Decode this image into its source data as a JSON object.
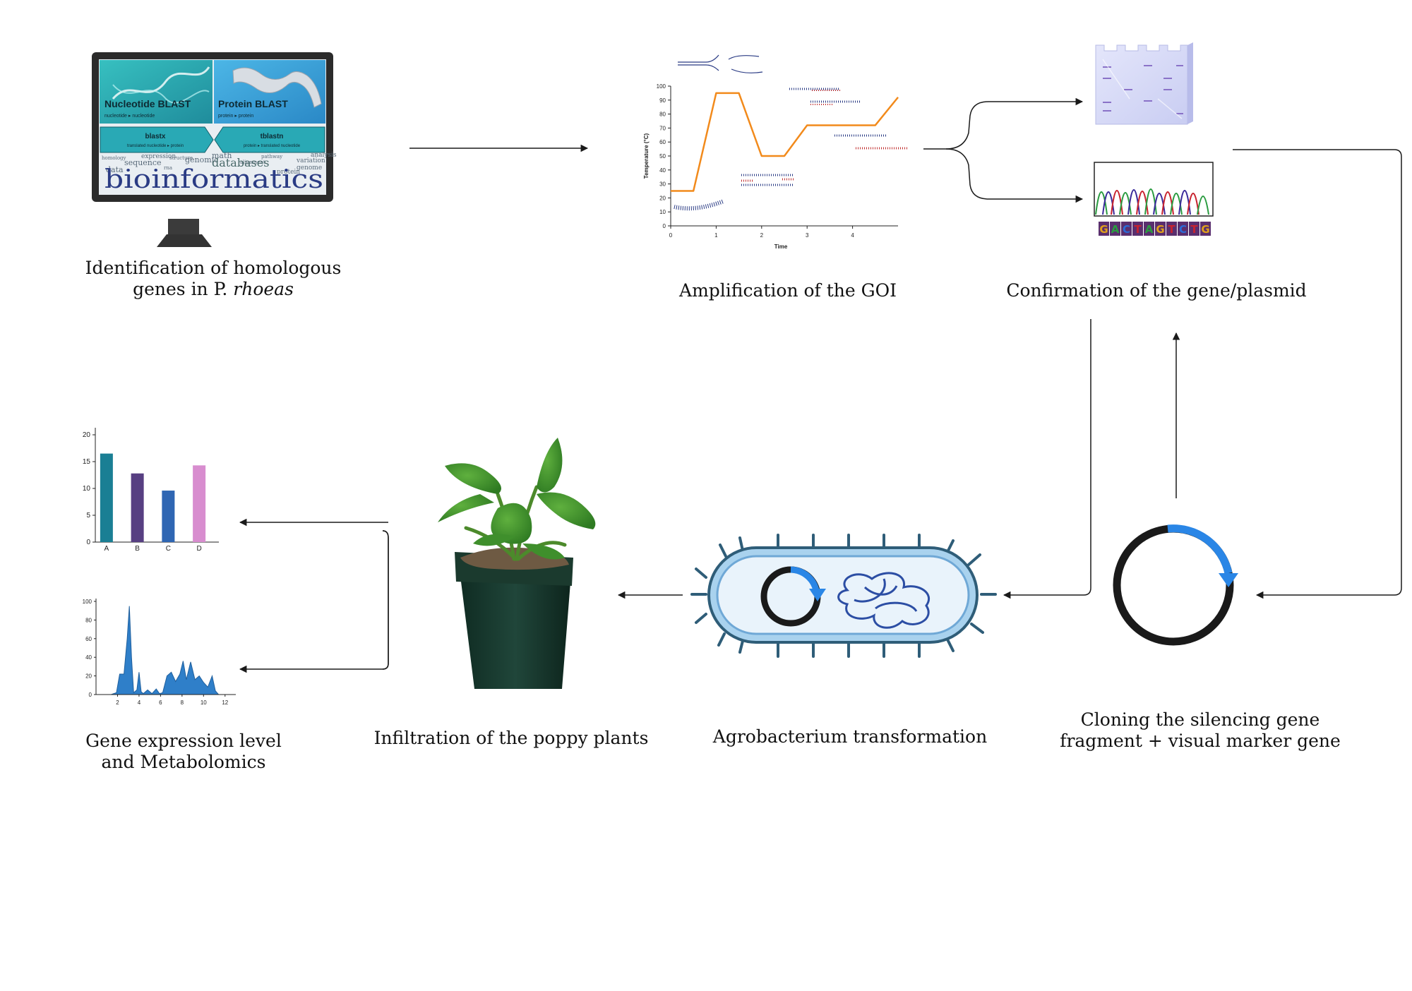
{
  "steps": {
    "bioinformatics": {
      "caption_line1": "Identification of homologous",
      "caption_line2_pre": "genes in P. ",
      "caption_line2_italic": "rhoeas",
      "monitor": {
        "tile1_title": "Nucleotide BLAST",
        "tile1_sub": "nucleotide ▸ nucleotide",
        "tile2_title": "Protein BLAST",
        "tile2_sub": "protein ▸ protein",
        "tile3_title": "blastx",
        "tile3_sub": "translated nucleotide ▸ protein",
        "tile4_title": "tblastn",
        "tile4_sub": "protein ▸ translated nucleotide",
        "wordcloud_big": "bioinformatics",
        "wordcloud_mid": "databases",
        "wordcloud_words": [
          "homology",
          "expression",
          "genomic",
          "pathway",
          "variation",
          "data",
          "rna",
          "protein",
          "sequence",
          "alignment",
          "analysis",
          "math",
          "structure",
          "genome"
        ]
      }
    },
    "pcr": {
      "caption": "Amplification of the GOI",
      "chart": {
        "y_axis_label": "Temperature (°C)",
        "x_axis_label": "Time",
        "y_ticks": [
          "0",
          "10",
          "20",
          "30",
          "40",
          "50",
          "60",
          "70",
          "80",
          "90",
          "100"
        ],
        "x_ticks": [
          "0",
          "1",
          "2",
          "3",
          "4"
        ]
      }
    },
    "confirmation": {
      "caption": "Confirmation of the gene/plasmid",
      "sequence_letters": [
        "G",
        "A",
        "C",
        "T",
        "A",
        "G",
        "T",
        "C",
        "T",
        "G"
      ]
    },
    "cloning": {
      "caption_line1": "Cloning the silencing gene",
      "caption_line2": "fragment + visual marker gene"
    },
    "agro": {
      "caption": "Agrobacterium transformation"
    },
    "infiltration": {
      "caption": "Infiltration of the poppy plants"
    },
    "analysis": {
      "caption_line1": "Gene expression level",
      "caption_line2": "and Metabolomics"
    }
  },
  "chart_data": [
    {
      "type": "line",
      "title": "",
      "xlabel": "Time",
      "ylabel": "Temperature (°C)",
      "xlim": [
        0,
        5
      ],
      "ylim": [
        0,
        100
      ],
      "series": [
        {
          "x": [
            0,
            0.5,
            1,
            1.5,
            2,
            2.5,
            3,
            3.5,
            4,
            4.5,
            5
          ],
          "values": [
            25,
            25,
            95,
            95,
            50,
            50,
            72,
            72,
            72,
            72,
            92
          ]
        }
      ]
    },
    {
      "type": "bar",
      "categories": [
        "A",
        "B",
        "C",
        "D"
      ],
      "values": [
        16.5,
        12.8,
        9.6,
        14.3
      ],
      "colors": [
        "#1a7f94",
        "#573f82",
        "#2f66b3",
        "#d88dcf"
      ],
      "ylim": [
        0,
        20
      ],
      "y_ticks": [
        "0",
        "5",
        "10",
        "15",
        "20"
      ]
    },
    {
      "type": "area",
      "x_ticks": [
        "2",
        "4",
        "6",
        "8",
        "10",
        "12"
      ],
      "y_ticks": [
        "0",
        "20",
        "40",
        "60",
        "80",
        "100"
      ],
      "xlim": [
        0,
        13
      ],
      "ylim": [
        0,
        100
      ],
      "series": [
        {
          "x": [
            1.4,
            1.9,
            2.2,
            2.6,
            2.9,
            3.1,
            3.3,
            3.5,
            3.8,
            4.0,
            4.2,
            4.4,
            4.8,
            5.2,
            5.6,
            5.9,
            6.2,
            6.6,
            7.0,
            7.4,
            7.8,
            8.1,
            8.4,
            8.8,
            9.2,
            9.6,
            10.0,
            10.4,
            10.8,
            11.1,
            11.4
          ],
          "values": [
            0,
            2,
            22,
            22,
            60,
            95,
            40,
            2,
            5,
            24,
            3,
            1,
            5,
            1,
            6,
            1,
            2,
            20,
            24,
            14,
            22,
            36,
            16,
            35,
            16,
            20,
            13,
            8,
            20,
            4,
            0
          ]
        }
      ]
    }
  ]
}
